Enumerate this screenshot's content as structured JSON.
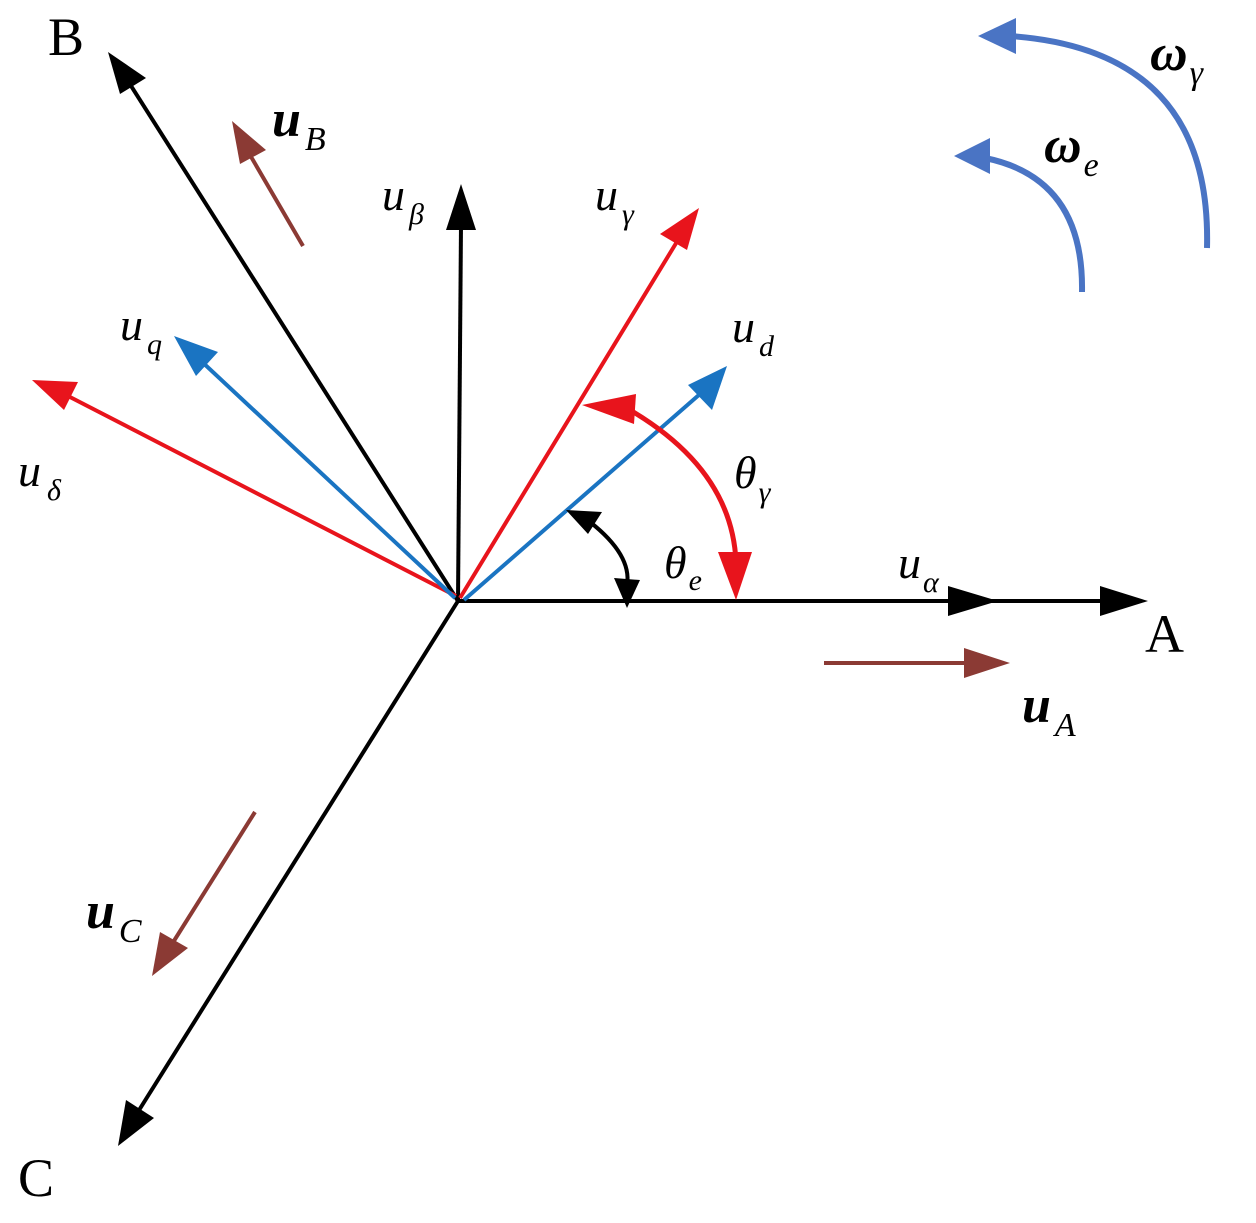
{
  "axes": {
    "a": "A",
    "b": "B",
    "c": "C"
  },
  "vectors": {
    "u_alpha": {
      "main": "u",
      "sub": "α"
    },
    "u_beta": {
      "main": "u",
      "sub": "β"
    },
    "u_d": {
      "main": "u",
      "sub": "d"
    },
    "u_q": {
      "main": "u",
      "sub": "q"
    },
    "u_gamma": {
      "main": "u",
      "sub": "γ"
    },
    "u_delta": {
      "main": "u",
      "sub": "δ"
    },
    "u_A": {
      "main": "u",
      "sub": "A"
    },
    "u_B": {
      "main": "u",
      "sub": "B"
    },
    "u_C": {
      "main": "u",
      "sub": "C"
    }
  },
  "angles": {
    "theta_e": {
      "main": "θ",
      "sub": "e"
    },
    "theta_gamma": {
      "main": "θ",
      "sub": "γ"
    }
  },
  "speeds": {
    "omega_e": {
      "main": "ω",
      "sub": "e"
    },
    "omega_gamma": {
      "main": "ω",
      "sub": "γ"
    }
  },
  "colors": {
    "black_axes": "#000000",
    "red_gamma_delta": "#e8141c",
    "blue_dq": "#1a74c2",
    "brown_phase": "#8b3a34",
    "blue_rotation": "#4a74c4"
  }
}
